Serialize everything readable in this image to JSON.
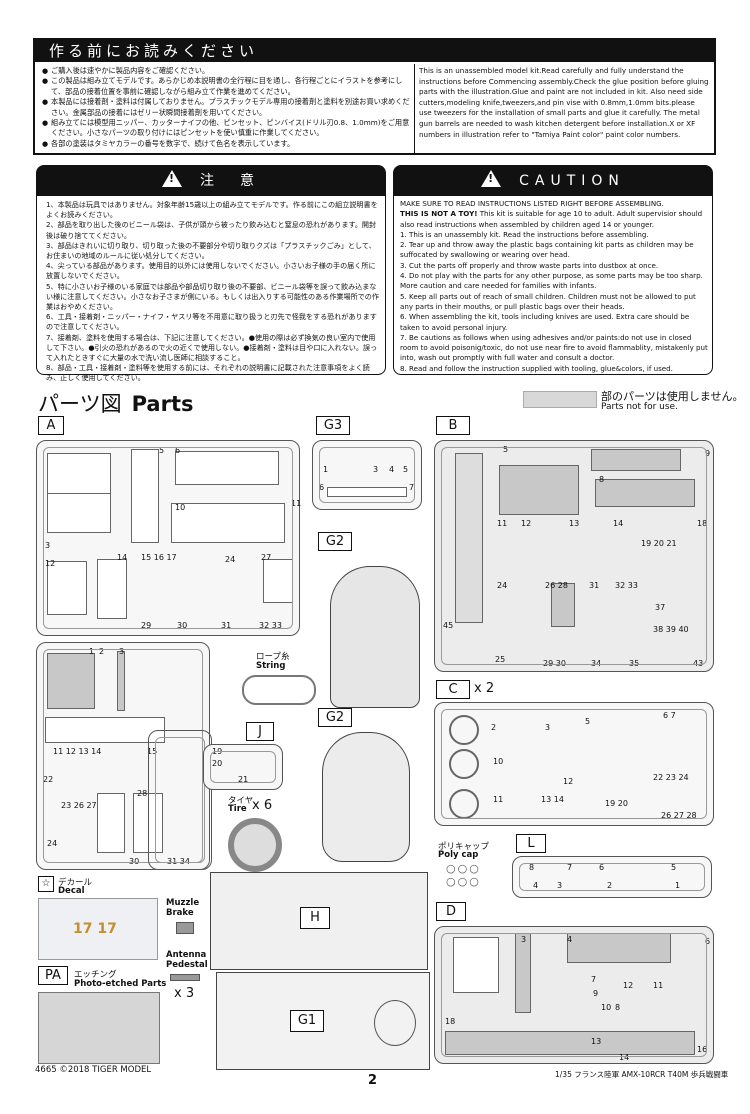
{
  "header": {
    "title_jp": "作る前にお読みください",
    "jp_items": [
      "ご購入後は速やかに製品内容をご確認ください。",
      "この製品は組み立てモデルです。あらかじめ本説明書の全行程に目を通し、各行程ごとにイラストを参考にして、部品の接着位置を事前に確認しながら組み立て作業を進めてください。",
      "本製品には接着剤・塗料は付属しておりません。プラスチックモデル専用の接着剤と塗料を別途お買い求めください。金属部品の接着にはゼリー状瞬間接着剤を用いてください。",
      "組み立てには模型用ニッパー、カッターナイフの他、ピンセット、ピンバイス(ドリル刃0.8、1.0mm)をご用意ください。小さなパーツの取り付けにはピンセットを使い慎重に作業してください。",
      "各部の塗装はタミヤカラーの番号を数字で、続けて色名を表示しています。"
    ],
    "en_text": "This is an unassembled model kit.Read carefully and fully understand the instructions before Commencing assembly.Check the glue position before gluing parts with the illustration.Glue and paint are not included in kit. Also need side cutters,modeling knife,tweezers,and pin vise with 0.8mm,1.0mm bits.please use tweezers for the installation of small parts and glue it carefully. The metal gun barrels are needed to wash kitchen detergent before installation.X or XF numbers in illustration refer to \"Tamiya Paint color\" paint color numbers."
  },
  "caution_jp": {
    "title": "注　意",
    "lines": [
      "1、本製品は玩具ではありません。対象年齢15歳以上の組み立てモデルです。作る前にこの組立説明書をよくお読みください。",
      "2、部品を取り出した後のビニール袋は、子供が頭から被ったり飲み込むと窒息の恐れがあります。開封後は破り捨ててください。",
      "3、部品はきれいに切り取り、切り取った後の不要部分や切り取りクズは「プラスチックごみ」として、お住まいの地域のルールに従い処分してください。",
      "4、尖っている部品があります。使用目的以外には使用しないでください。小さいお子様の手の届く所に放置しないでください。",
      "5、特に小さいお子様のいる家庭では部品や部品切り取り後の不要部、ビニール袋等を誤って飲み込まない様に注意してください。小さなお子さまが側にいる。もしくは出入りする可能性のある作業場所での作業はおやめください。",
      "6、工具・接着剤・ニッパー・ナイフ・ヤスリ等を不用意に取り扱うと刃先で怪我をする恐れがありますので注意してください。",
      "7、接着剤、塗料を使用する場合は、下記に注意してください。●使用の際は必ず換気の良い室内で使用して下さい。●引火の恐れがあるので火の近くで使用しない。●接着剤・塗料は目や口に入れない。誤って入れたときすぐに大量の水で洗い流し医師に相談すること。",
      "8、部品・工具・接着剤・塗料等を使用する前には、それぞれの説明書に記載された注意事項をよく読み、正しく使用してください。"
    ]
  },
  "caution_en": {
    "title": "CAUTION",
    "intro": "MAKE SURE TO READ INSTRUCTIONS LISTED RIGHT BEFORE ASSEMBLING.",
    "toy_bold": "THIS IS NOT A TOY!",
    "toy_rest": " This kit is suitable for age 10 to adult. Adult supervisior should also read instructions when assembled by children aged 14 or younger.",
    "lines": [
      "1. This is an unassembly kit. Read the instructions before assembling.",
      "2. Tear up and throw away the plastic bags containing kit parts as children may be suffocated by swallowing or wearing over head.",
      "3. Cut the parts off properly and throw waste parts into dustbox at once.",
      "4. Do not play with the parts for any other purpose, as some parts may be too sharp. More caution and care needed for families with infants.",
      "5. Keep all parts out of reach of small children. Children must not be allowed to put any parts in their mouths, or pull plastic bags over their heads.",
      "6. When assembling the kit, tools including knives are used. Extra care should be taken to avoid personal injury.",
      "7. Be cautions as follows when using adhesives and/or paints:do not use in closed room to avoid poisonig/toxic, do not use near fire to avoid flammablity, mistakenly put into, wash out promptly with full water and consult a doctor.",
      "8. Read and follow the instruction supplied with tooling, glue&colors, if used."
    ]
  },
  "parts": {
    "title_jp": "パーツ図",
    "title_en": "Parts",
    "not_used_jp": "部のパーツは使用しません。",
    "not_used_en": "Parts not for use."
  },
  "labels": {
    "A": "A",
    "B": "B",
    "C": "C",
    "C_qty": "x 2",
    "D": "D",
    "G3": "G3",
    "G2a": "G2",
    "G2b": "G2",
    "J": "J",
    "L": "L",
    "H": "H",
    "G1": "G1",
    "PA": "PA"
  },
  "extras": {
    "string_jp": "ロープ糸",
    "string_en": "String",
    "tire_jp": "タイヤ",
    "tire_en": "Tire",
    "tire_qty": "x 6",
    "polycap_jp": "ポリキャップ",
    "polycap_en": "Poly cap",
    "decal_jp": "デカール",
    "decal_en": "Decal",
    "pe_jp": "エッチング",
    "pe_en": "Photo-etched Parts",
    "muzzle": "Muzzle Brake",
    "antenna": "Antenna Pedestal",
    "antenna_qty": "x 3",
    "decal_big": "17 17"
  },
  "footer": {
    "left": "4665  ©2018  TIGER MODEL",
    "page": "2",
    "right": "1/35 フランス陸軍 AMX-10RCR T40M 歩兵戦闘車"
  },
  "colors": {
    "ink": "#111111",
    "sprue": "#555555",
    "not_used": "#d8d8d8"
  }
}
